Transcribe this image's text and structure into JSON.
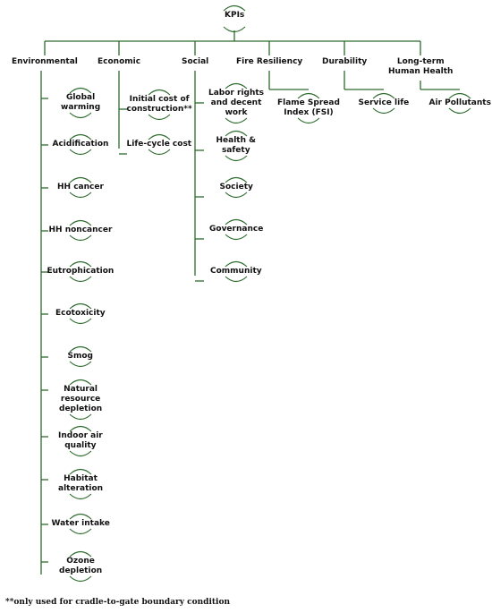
{
  "diagram": {
    "root": {
      "label": "KPIs"
    },
    "categories": [
      {
        "id": "environmental",
        "label": "Environmental",
        "children": [
          {
            "id": "global-warming",
            "lines": [
              "Global",
              "warming"
            ]
          },
          {
            "id": "acidification",
            "lines": [
              "Acidification"
            ]
          },
          {
            "id": "hh-cancer",
            "lines": [
              "HH cancer"
            ]
          },
          {
            "id": "hh-noncancer",
            "lines": [
              "HH noncancer"
            ]
          },
          {
            "id": "eutrophication",
            "lines": [
              "Eutrophication"
            ]
          },
          {
            "id": "ecotoxicity",
            "lines": [
              "Ecotoxicity"
            ]
          },
          {
            "id": "smog",
            "lines": [
              "Smog"
            ]
          },
          {
            "id": "natural-resource-depletion",
            "lines": [
              "Natural",
              "resource",
              "depletion"
            ]
          },
          {
            "id": "indoor-air-quality",
            "lines": [
              "Indoor air",
              "quality"
            ]
          },
          {
            "id": "habitat-alteration",
            "lines": [
              "Habitat",
              "alteration"
            ]
          },
          {
            "id": "water-intake",
            "lines": [
              "Water intake"
            ]
          },
          {
            "id": "ozone-depletion",
            "lines": [
              "Ozone",
              "depletion"
            ]
          }
        ]
      },
      {
        "id": "economic",
        "label": "Economic",
        "children": [
          {
            "id": "initial-cost",
            "lines": [
              "Initial cost of",
              "construction**"
            ]
          },
          {
            "id": "life-cycle-cost",
            "lines": [
              "Life-cycle cost"
            ]
          }
        ]
      },
      {
        "id": "social",
        "label": "Social",
        "children": [
          {
            "id": "labor-rights",
            "lines": [
              "Labor rights",
              "and decent",
              "work"
            ]
          },
          {
            "id": "health-safety",
            "lines": [
              "Health &",
              "safety"
            ]
          },
          {
            "id": "society",
            "lines": [
              "Society"
            ]
          },
          {
            "id": "governance",
            "lines": [
              "Governance"
            ]
          },
          {
            "id": "community",
            "lines": [
              "Community"
            ]
          }
        ]
      },
      {
        "id": "fire-resiliency",
        "label": "Fire Resiliency",
        "children": [
          {
            "id": "flame-spread-index",
            "lines": [
              "Flame Spread",
              "Index (FSI)"
            ]
          }
        ]
      },
      {
        "id": "durability",
        "label": "Durability",
        "children": [
          {
            "id": "service-life",
            "lines": [
              "Service life"
            ]
          }
        ]
      },
      {
        "id": "long-term-human-health",
        "label": "Long-term\nHuman Health",
        "children": [
          {
            "id": "air-pollutants",
            "lines": [
              "Air Pollutants"
            ]
          }
        ]
      }
    ],
    "footnote": "**only used for cradle-to-gate boundary condition",
    "colors": {
      "connector": "#2e6b2e",
      "text": "#111111"
    }
  }
}
